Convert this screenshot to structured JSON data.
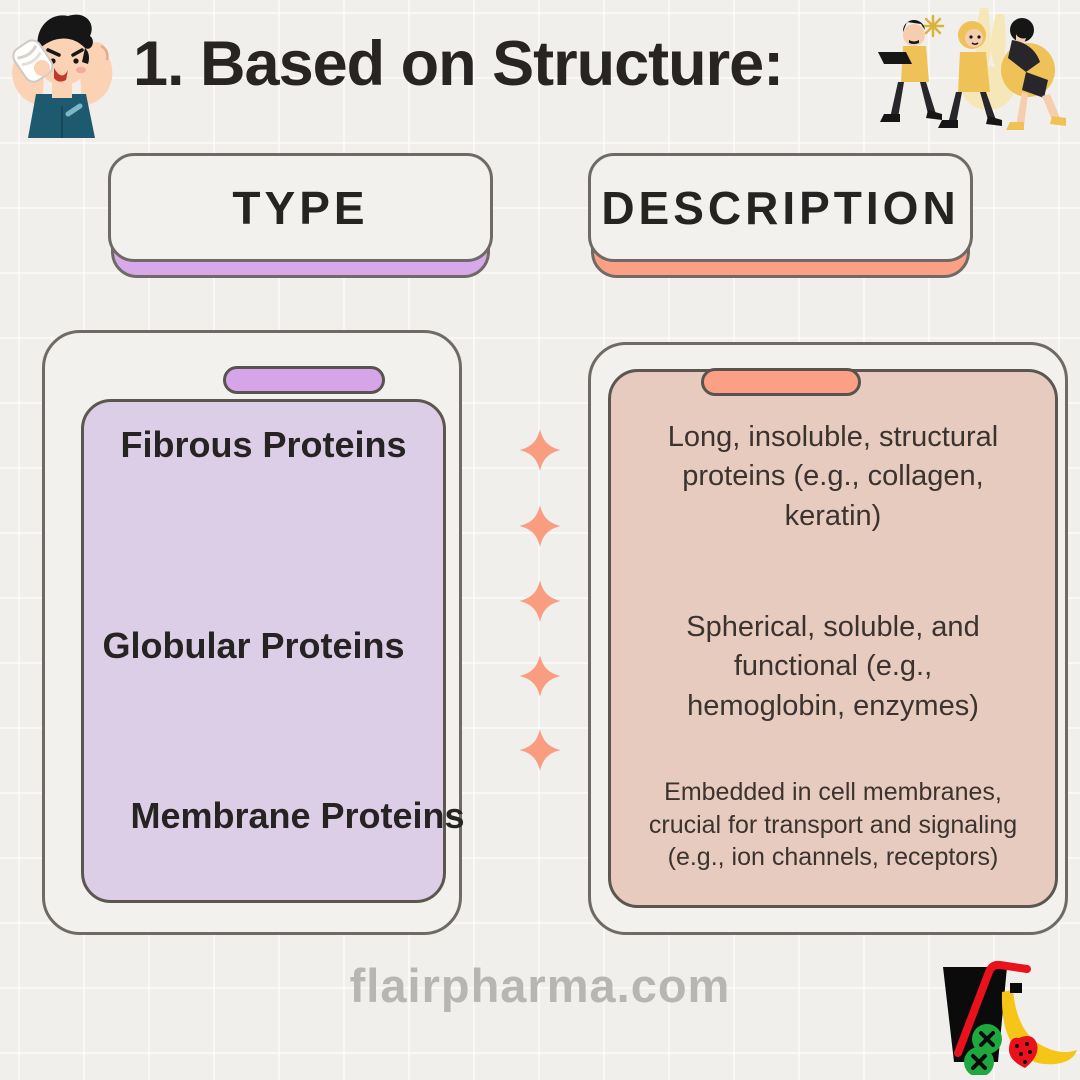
{
  "title": "1. Based on Structure:",
  "watermark": "flairpharma.com",
  "type_column": {
    "header": "TYPE",
    "accent_color": "#d8a9ea",
    "pill_color": "#d6a5e8",
    "panel_color": "#ddcee7",
    "items": [
      "Fibrous Proteins",
      "Globular Proteins",
      "Membrane Proteins"
    ]
  },
  "description_column": {
    "header": "DESCRIPTION",
    "accent_color": "#fca085",
    "pill_color": "#fca085",
    "panel_color": "#e8cbbf",
    "items": [
      "Long, insoluble, structural proteins (e.g., collagen, keratin)",
      "Spherical, soluble, and functional (e.g., hemoglobin, enzymes)",
      "Embedded in cell membranes, crucial for transport and signaling (e.g., ion channels, receptors)"
    ]
  },
  "decorations": {
    "sparkle_color": "#f99d80",
    "sparkle_count": 5,
    "illustrations": [
      "muscle-man-drinking-protein-shake",
      "three-people-walking-with-laptop-and-coin",
      "smoothie-glass-with-fruits-logo"
    ]
  },
  "colors": {
    "background": "#f1efeb",
    "card_background": "#f3f1ed",
    "card_border": "#6f6a66",
    "title_text": "#282424",
    "body_text": "#3b3330",
    "watermark_text": "#b8b6b2"
  }
}
